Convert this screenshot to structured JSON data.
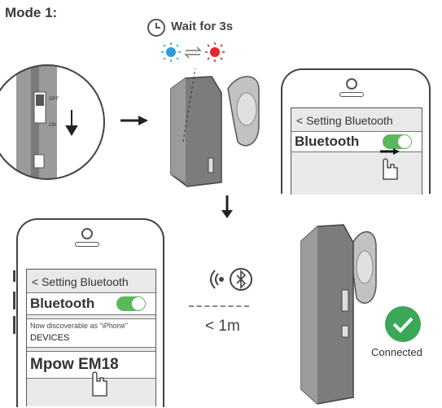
{
  "title": "Mode 1:",
  "wait_label": "Wait for 3s",
  "switch_off": "OFF",
  "switch_on": "ON",
  "phone1": {
    "header": "< Setting Bluetooth",
    "bluetooth_label": "Bluetooth"
  },
  "phone2": {
    "header": "< Setting Bluetooth",
    "bluetooth_label": "Bluetooth",
    "discoverable_text": "Now discoverable as \"iPhone\"",
    "devices_label": "DEVICES",
    "device_name": "Mpow EM18"
  },
  "distance_label": "< 1m",
  "status_label": "Connected",
  "colors": {
    "toggle_green": "#5cb85c",
    "led_blue": "#2a9fd8",
    "led_red": "#e0262a",
    "check_green": "#3aa856",
    "headset_gray": "#8a8a8a"
  }
}
